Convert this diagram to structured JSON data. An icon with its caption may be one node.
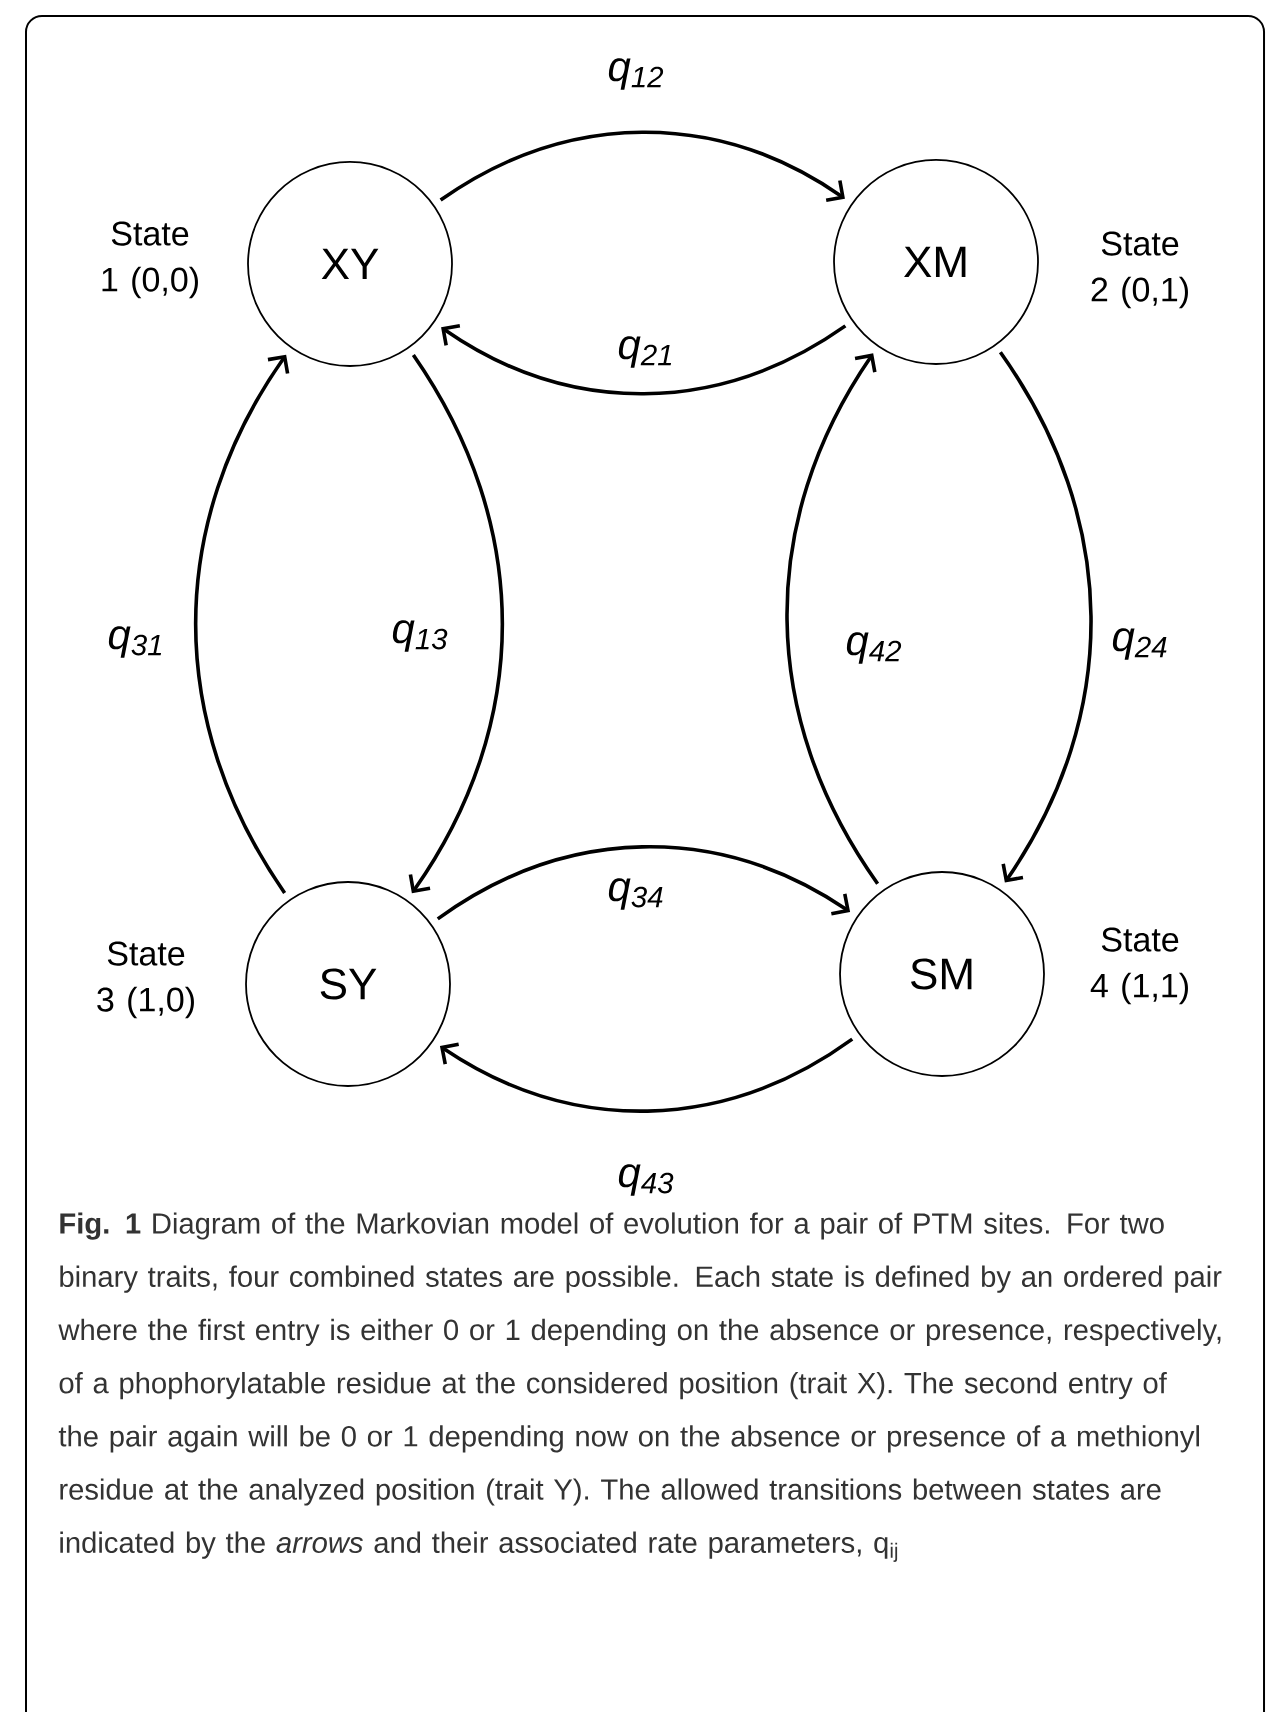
{
  "diagram": {
    "caption": "**Fig. 1** Diagram of the Markovian model of evolution for a pair of PTM sites. For two binary traits, four combined states are possible. Each state is defined by an ordered pair where the first entry is either 0 or 1 depending on the absence or presence, respectively, of a phophorylatable residue at the considered position (trait X). The second entry of the pair again will be 0 or 1 depending now on the absence or presence of a methionyl residue at the analyzed position (trait Y). The allowed transitions between states are indicated by the *arrows* and their associated rate parameters, q$_{ij}$",
    "nodes": [
      {
        "text": [
          "XY"
        ],
        "beside": [
          "State 1 (0,0)"
        ]
      },
      {
        "text": [
          "XM"
        ],
        "beside": [
          "State 2 (0,1)"
        ]
      },
      {
        "text": [
          "SY"
        ],
        "beside": [
          "State 3 (1,0)"
        ]
      },
      {
        "text": [
          "SM"
        ],
        "beside": [
          "State 4 (1,1)"
        ]
      }
    ],
    "edges": [
      {
        "from": 0,
        "to": 1,
        "arrow": "to",
        "label": "q$_{12}$"
      },
      {
        "from": 1,
        "to": 0,
        "arrow": "to",
        "label": "q$_{21}$"
      },
      {
        "from": 0,
        "to": 2,
        "arrow": "to",
        "label": "q$_{13}$"
      },
      {
        "from": 2,
        "to": 0,
        "arrow": "to",
        "label": "q$_{31}$"
      },
      {
        "from": 1,
        "to": 3,
        "arrow": "to",
        "label": "q$_{24}$"
      },
      {
        "from": 3,
        "to": 1,
        "arrow": "to",
        "label": "q$_{42}$"
      },
      {
        "from": 2,
        "to": 3,
        "arrow": "to",
        "label": "q$_{34}$"
      },
      {
        "from": 3,
        "to": 2,
        "arrow": "to",
        "label": "q$_{43}$"
      }
    ]
  }
}
